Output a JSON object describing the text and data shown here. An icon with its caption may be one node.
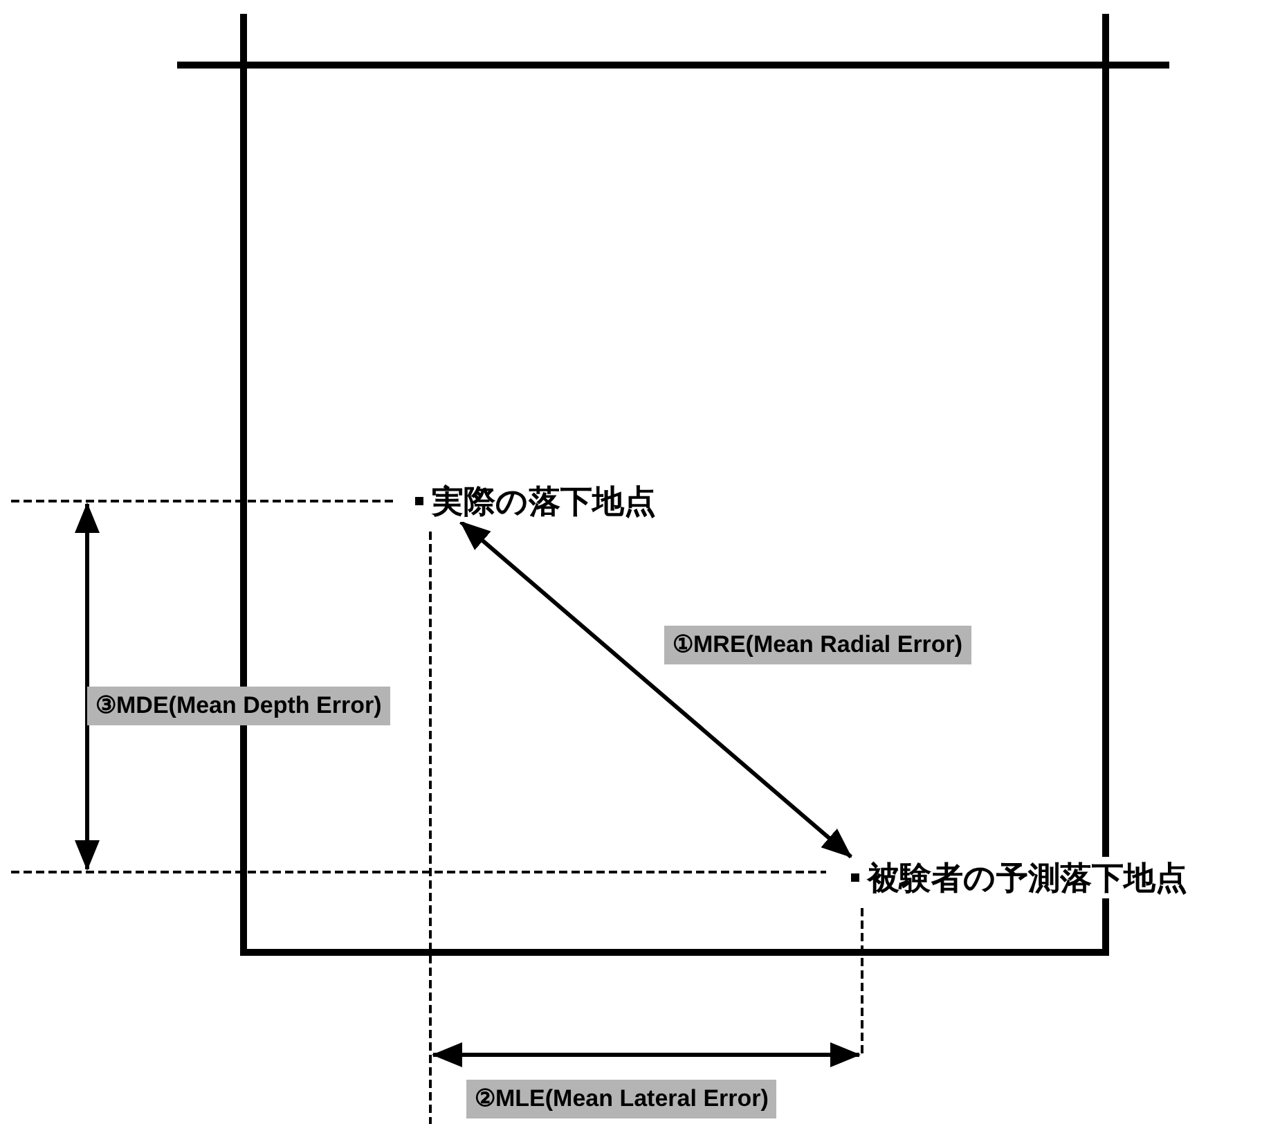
{
  "diagram": {
    "nodes": [
      {
        "text": [
          "実際の落下地点"
        ]
      },
      {
        "text": [
          "被験者の予測落下地点"
        ]
      }
    ],
    "edges": [
      {
        "from": 0,
        "to": 1,
        "arrow": "both",
        "label": "①MRE(Mean Radial Error)"
      }
    ],
    "labels": [
      "③MDE(Mean Depth Error)",
      "②MLE(Mean Lateral Error)"
    ]
  }
}
